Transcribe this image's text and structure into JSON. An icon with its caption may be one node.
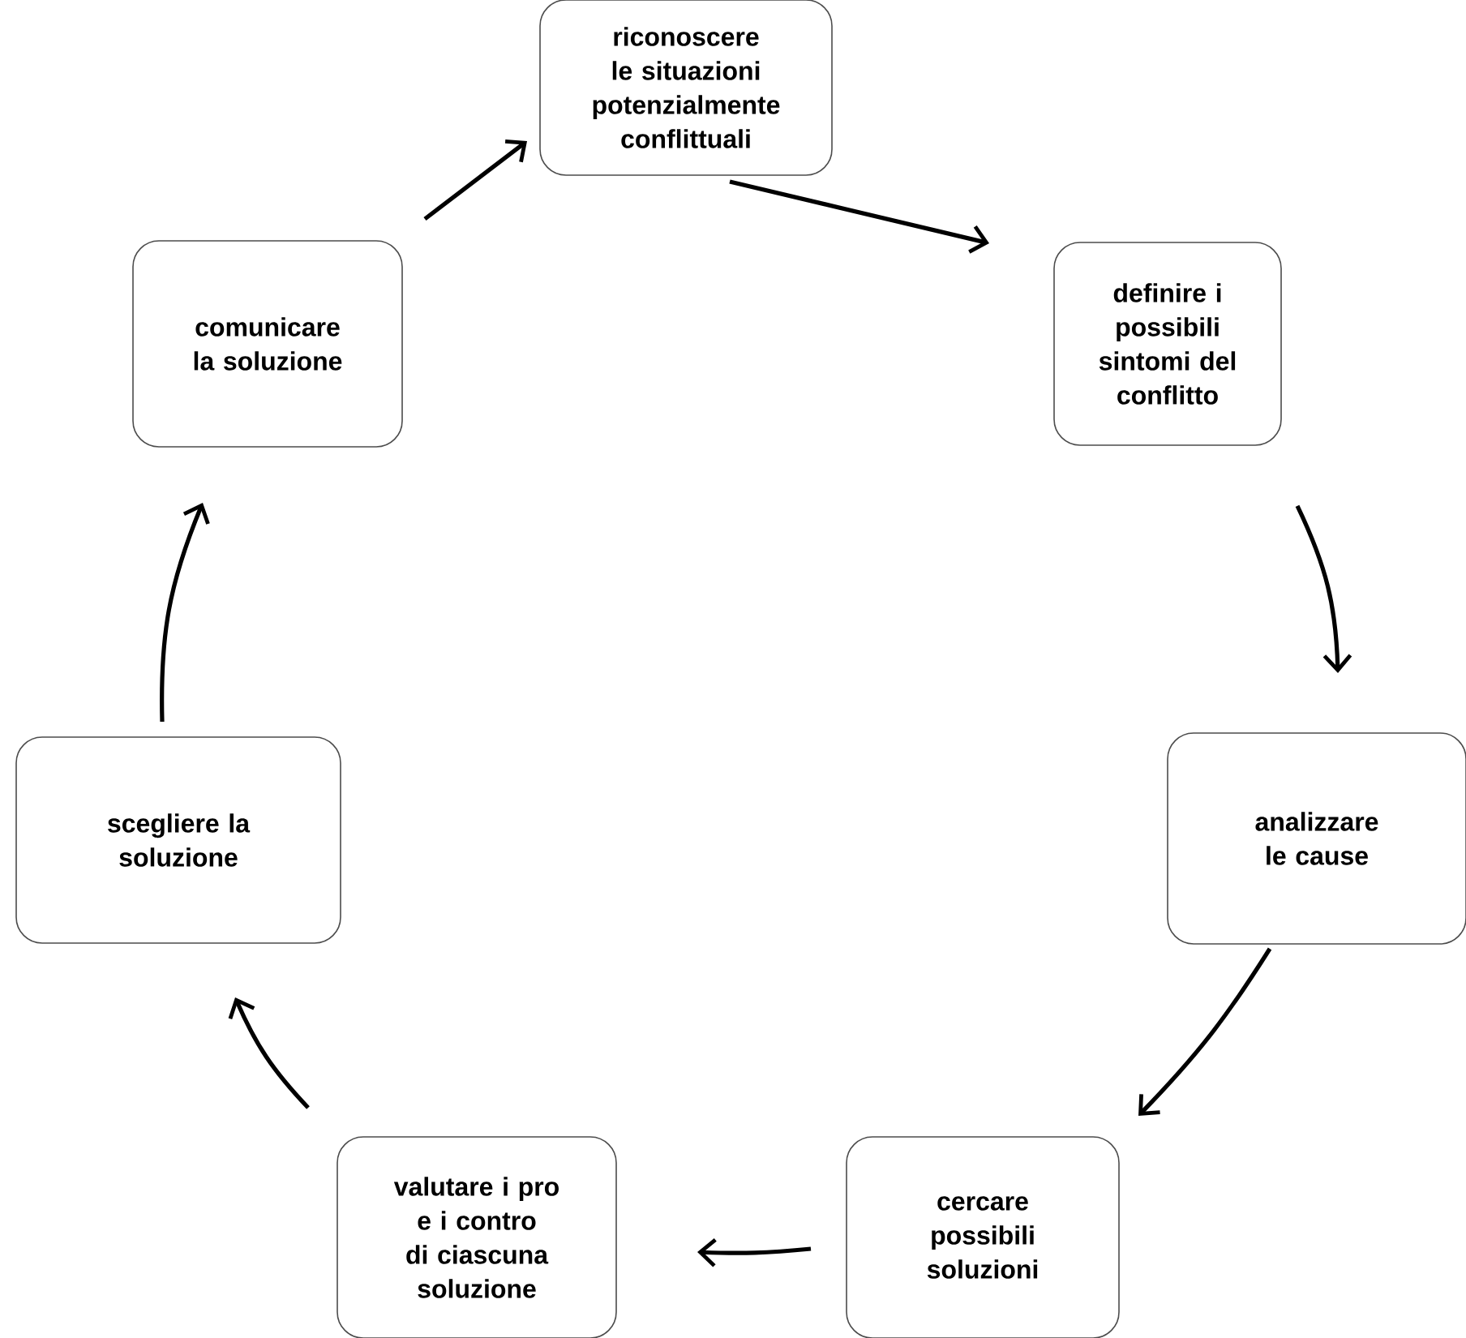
{
  "diagram": {
    "nodes": [
      {
        "text": [
          "riconoscere le situazioni potenzialmente conflittuali"
        ]
      },
      {
        "text": [
          "definire i possibili sintomi del conflitto"
        ]
      },
      {
        "text": [
          "analizzare le cause"
        ]
      },
      {
        "text": [
          "cercare possibili soluzioni"
        ]
      },
      {
        "text": [
          "valutare i pro e i contro di ciascuna soluzione"
        ]
      },
      {
        "text": [
          "scegliere la soluzione"
        ]
      },
      {
        "text": [
          "comunicare la soluzione"
        ]
      }
    ],
    "edges": [
      {
        "from": 0,
        "to": 1,
        "arrow": "to"
      },
      {
        "from": 1,
        "to": 2,
        "arrow": "to"
      },
      {
        "from": 2,
        "to": 3,
        "arrow": "to"
      },
      {
        "from": 3,
        "to": 4,
        "arrow": "to"
      },
      {
        "from": 4,
        "to": 5,
        "arrow": "to"
      },
      {
        "from": 5,
        "to": 6,
        "arrow": "to"
      },
      {
        "from": 6,
        "to": 0,
        "arrow": "to"
      }
    ]
  }
}
